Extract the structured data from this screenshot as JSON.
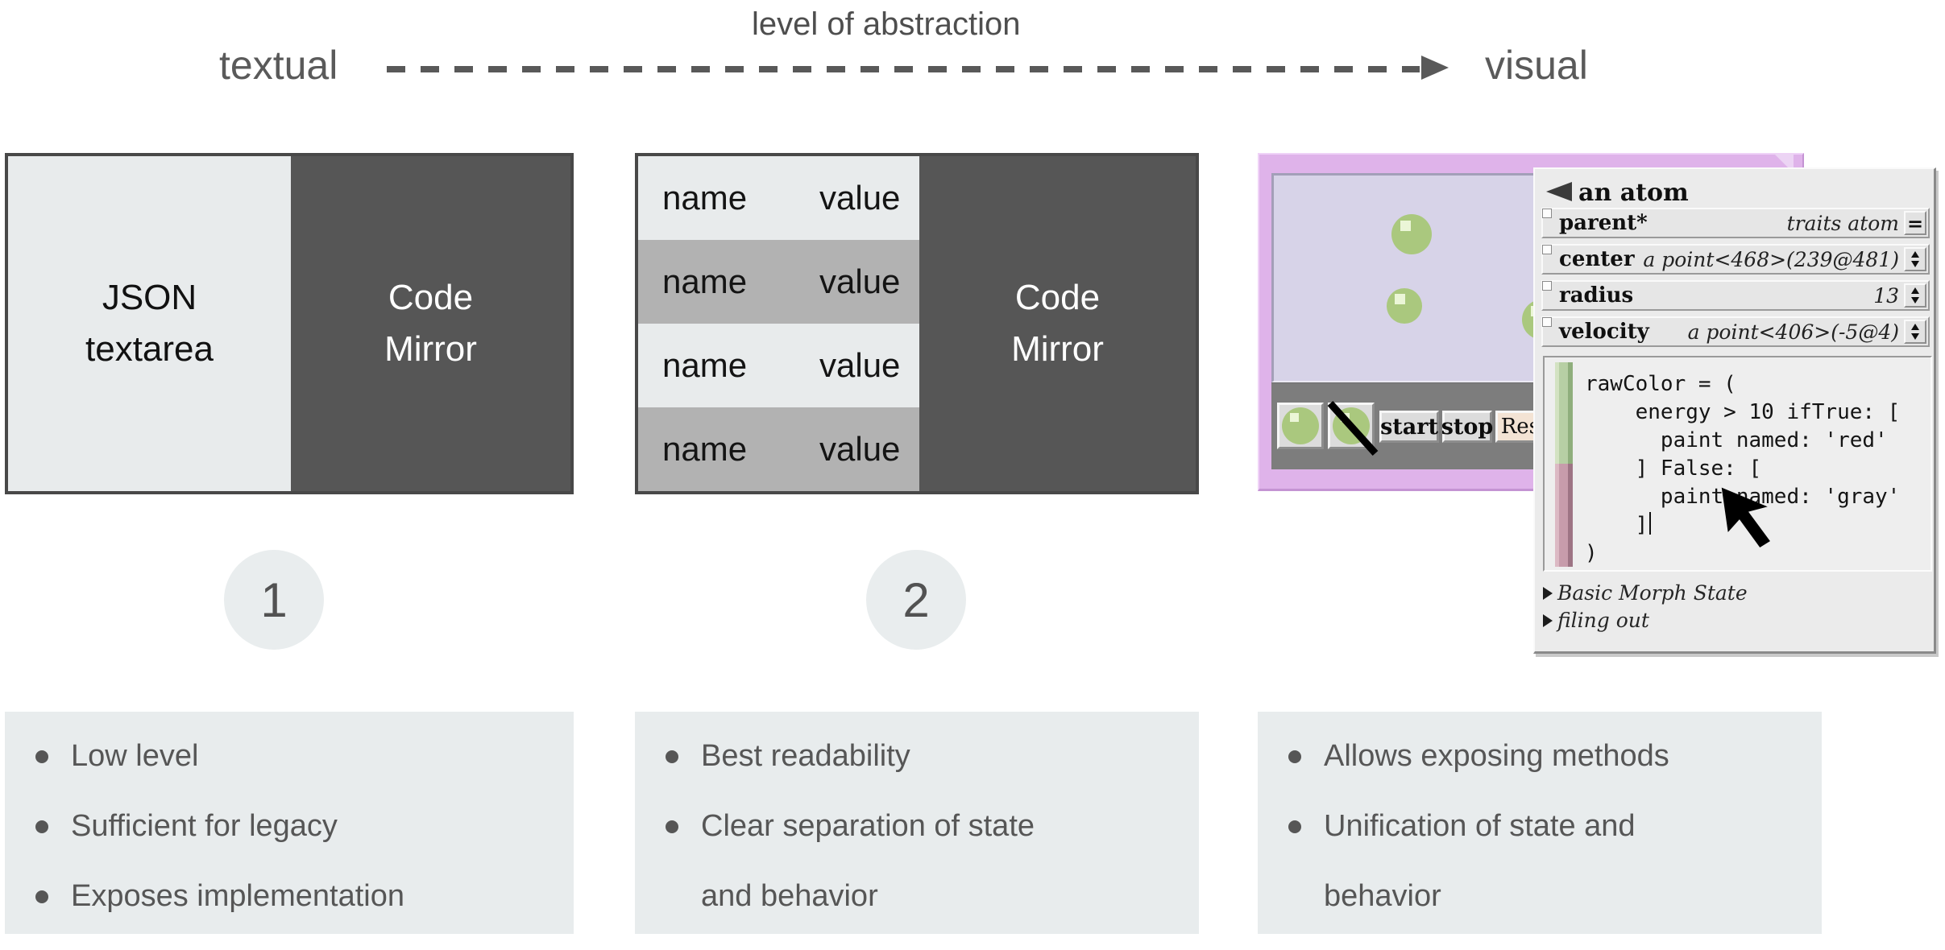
{
  "header": {
    "left_label": "textual",
    "right_label": "visual",
    "axis_label": "level of abstraction"
  },
  "columns": [
    {
      "number": "1",
      "left_panel": "JSON textarea",
      "right_panel": "Code Mirror",
      "bullets": [
        "Low level",
        "Sufficient for legacy",
        "Exposes implementation"
      ]
    },
    {
      "number": "2",
      "table_rows": [
        {
          "name": "name",
          "value": "value"
        },
        {
          "name": "name",
          "value": "value"
        },
        {
          "name": "name",
          "value": "value"
        },
        {
          "name": "name",
          "value": "value"
        }
      ],
      "right_panel": "Code Mirror",
      "bullets": [
        "Best readability",
        "Clear separation of state\nand behavior"
      ]
    },
    {
      "bullets": [
        "Allows exposing methods",
        "Unification of state and\nbehavior"
      ]
    }
  ],
  "self_ui": {
    "toolbar": {
      "start_label": "start",
      "stop_label": "stop",
      "resize_label": "Resi"
    },
    "outliner": {
      "title": "an atom",
      "rows": [
        {
          "label": "parent*",
          "value": "traits atom",
          "widget": "="
        },
        {
          "label": "center",
          "value": "a point<468>(239@481)",
          "widget": "stepper"
        },
        {
          "label": "radius",
          "value": "13",
          "widget": "stepper"
        },
        {
          "label": "velocity",
          "value": "a point<406>(-5@4)",
          "widget": "stepper"
        }
      ],
      "code_lines": [
        "rawColor = (",
        "    energy > 10 ifTrue: [",
        "      paint named: 'red'",
        "    ] False: [",
        "      paint named: 'gray'",
        "    ]",
        ")"
      ],
      "collapsed_sections": [
        "Basic Morph State",
        "filing out"
      ]
    },
    "colors": {
      "window_plum": "#dfb3ea",
      "field_lavender": "#d7d3e8",
      "atom_green": "#aac87e",
      "panel_gray": "#ebebeb",
      "scrollbar_green": "#b7cfa4",
      "scrollbar_pink": "#c79cab",
      "resize_button_cream": "#f3e3d4"
    }
  },
  "palette": {
    "box_dark": "#565656",
    "box_light": "#e8ebec",
    "table_row_gray": "#b2b2b2",
    "bullet_box_bg": "#e8eced",
    "text_gray": "#565656"
  }
}
